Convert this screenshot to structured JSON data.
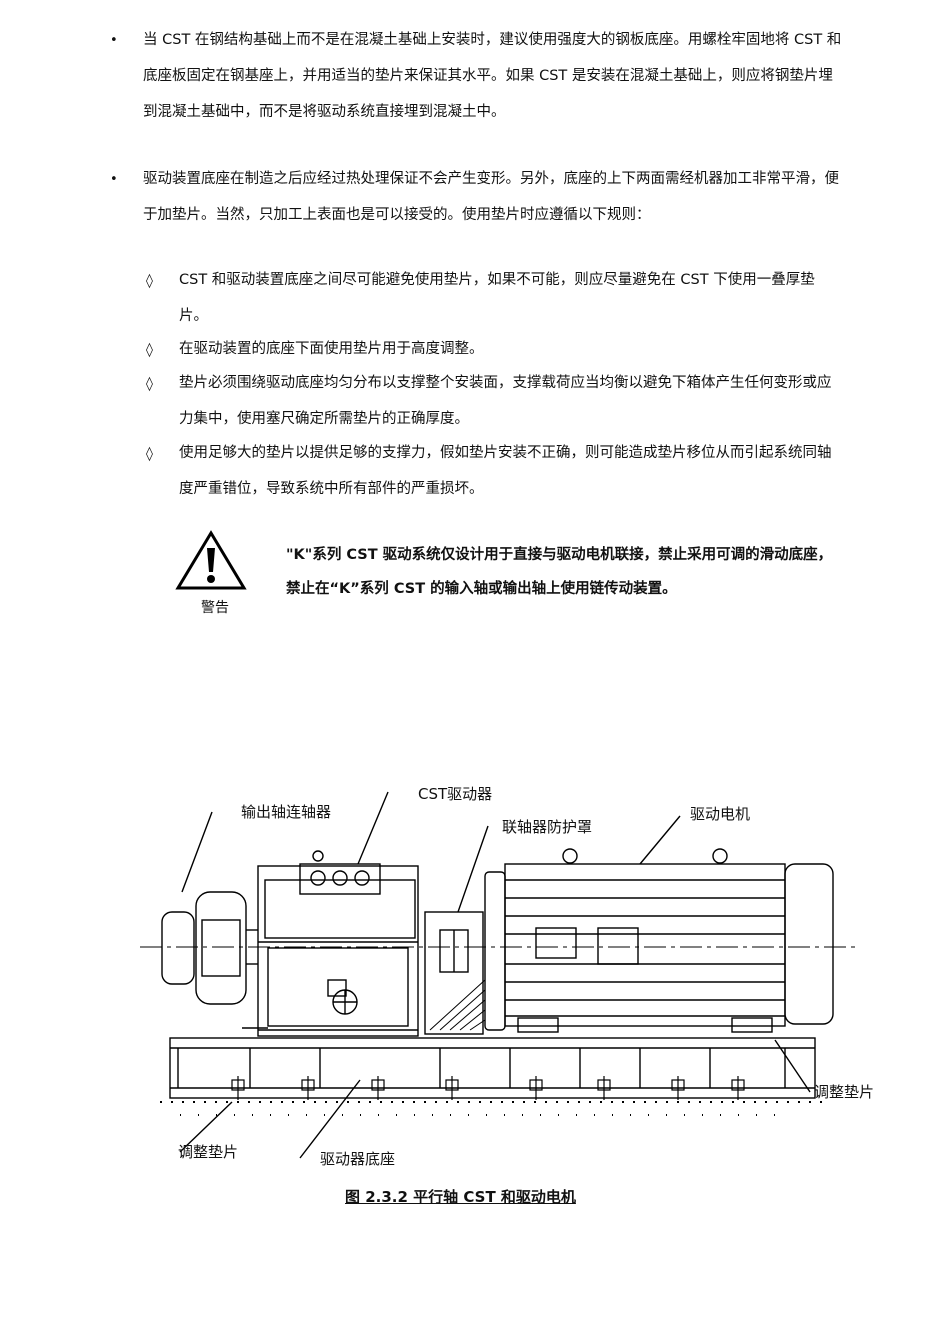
{
  "paragraphs": [
    {
      "bullet": "•",
      "text": "当 CST 在钢结构基础上而不是在混凝土基础上安装时，建议使用强度大的钢板底座。用螺栓牢固地将 CST 和底座板固定在钢基座上，并用适当的垫片来保证其水平。如果 CST 是安装在混凝土基础上，则应将钢垫片埋到混凝土基础中，而不是将驱动系统直接埋到混凝土中。"
    },
    {
      "bullet": "•",
      "text": "驱动装置底座在制造之后应经过热处理保证不会产生变形。另外，底座的上下两面需经机器加工非常平滑，便于加垫片。当然，只加工上表面也是可以接受的。使用垫片时应遵循以下规则："
    }
  ],
  "rules": [
    {
      "marker": "◊",
      "text": "CST 和驱动装置底座之间尽可能避免使用垫片，如果不可能，则应尽量避免在 CST 下使用一叠厚垫片。"
    },
    {
      "marker": "◊",
      "text": "在驱动装置的底座下面使用垫片用于高度调整。"
    },
    {
      "marker": "◊",
      "text": "垫片必须围绕驱动底座均匀分布以支撑整个安装面，支撑载荷应当均衡以避免下箱体产生任何变形或应力集中，使用塞尺确定所需垫片的正确厚度。"
    },
    {
      "marker": "◊",
      "text": "使用足够大的垫片以提供足够的支撑力，假如垫片安装不正确，则可能造成垫片移位从而引起系统同轴度严重错位，导致系统中所有部件的严重损坏。"
    }
  ],
  "warning": {
    "icon": "warning-triangle-icon",
    "label": "警告",
    "text": "\"K\"系列 CST 驱动系统仅设计用于直接与驱动电机联接，禁止采用可调的滑动底座，禁止在“K”系列 CST 的输入轴或输出轴上使用链传动装置。"
  },
  "figure": {
    "labels": {
      "output_coupling": "输出轴连轴器",
      "cst_drive": "CST驱动器",
      "coupling_guard": "联轴器防护罩",
      "drive_motor": "驱动电机",
      "shim_right": "调整垫片",
      "shim_left": "调整垫片",
      "drive_base": "驱动器底座"
    },
    "caption": "图  2.3.2   平行轴 CST 和驱动电机"
  }
}
